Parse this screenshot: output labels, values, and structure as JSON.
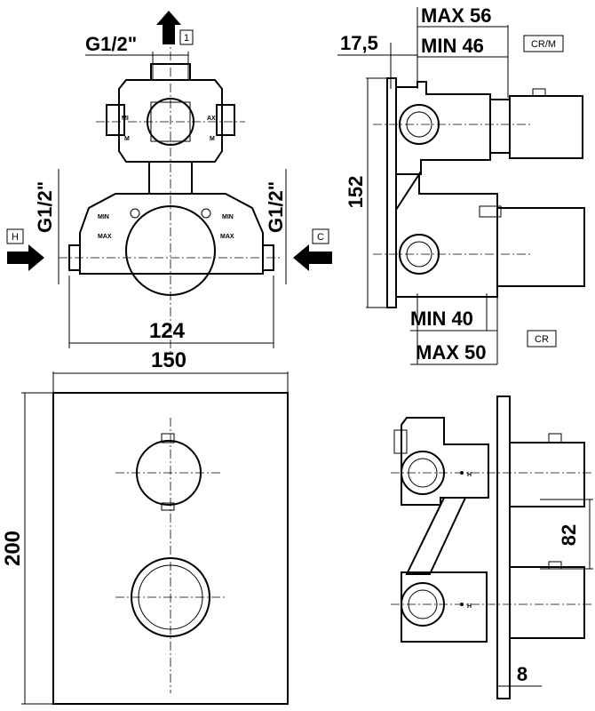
{
  "top_left_view": {
    "thread_top": "G1/2\"",
    "thread_left": "G1/2\"",
    "thread_right": "G1/2\"",
    "outlet_label": "1",
    "inlet_hot": "H",
    "inlet_cold": "C",
    "width_dim": "124",
    "min_label": "MIN",
    "max_label": "MAX",
    "small_min_top": "MI",
    "small_max_top": "AX",
    "small_m": "M"
  },
  "top_right_view": {
    "max_top": "MAX 56",
    "min_top": "MIN 46",
    "offset": "17,5",
    "height": "152",
    "min_bottom": "MIN 40",
    "max_bottom": "MAX 50",
    "tag_crm": "CR/M",
    "tag_cr": "CR"
  },
  "bottom_left_view": {
    "width": "150",
    "height": "200"
  },
  "bottom_right_view": {
    "spacing": "82",
    "plate": "8",
    "mark_upper": "H",
    "mark_lower": "H"
  }
}
